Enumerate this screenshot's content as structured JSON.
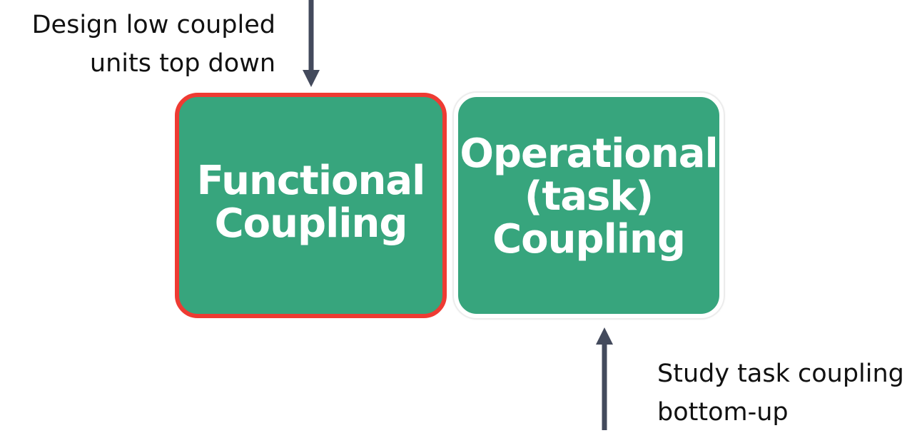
{
  "annotations": {
    "top": {
      "line1": "Design low coupled",
      "line2": "units top down"
    },
    "bottom": {
      "line1": "Study task coupling",
      "line2": "bottom-up"
    }
  },
  "boxes": {
    "functional": {
      "line1": "Functional",
      "line2": "Coupling",
      "fill_color": "#37a57d",
      "border_color": "#ee3b33",
      "highlighted": true
    },
    "operational": {
      "line1": "Operational",
      "line2": "(task)",
      "line3": "Coupling",
      "fill_color": "#37a57d",
      "border_color": "#ffffff",
      "highlighted": false
    }
  },
  "arrows": {
    "top": {
      "direction": "down",
      "points_to": "functional",
      "color": "#434a5c"
    },
    "bottom": {
      "direction": "up",
      "points_to": "operational",
      "color": "#434a5c"
    }
  }
}
